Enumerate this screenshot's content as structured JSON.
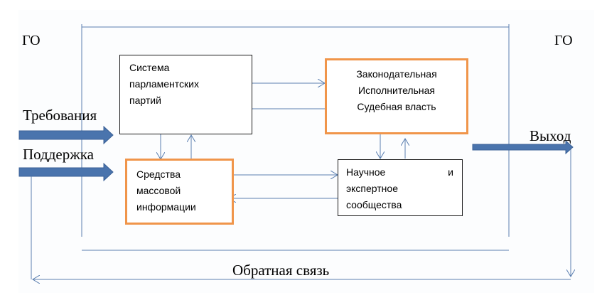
{
  "diagram": {
    "labels": {
      "go_left": "ГО",
      "go_right": "ГО",
      "demands": "Требования",
      "support": "Поддержка",
      "output": "Выход",
      "feedback": "Обратная связь"
    },
    "boxes": {
      "parties": {
        "lines": [
          "Система",
          "парламентских",
          "партий"
        ],
        "border": "black"
      },
      "branches": {
        "lines": [
          "Законодательная",
          "Исполнительная",
          "Судебная власть"
        ],
        "border": "orange"
      },
      "media": {
        "lines": [
          "Средства",
          "массовой",
          "информации"
        ],
        "border": "orange"
      },
      "experts": {
        "lines": [
          "Научное",
          "и",
          "экспертное",
          "сообщества"
        ],
        "border": "black"
      }
    },
    "colors": {
      "thick_arrow": "#4a74ad",
      "thin_line": "#5b7fb0",
      "orange_border": "#f0954a",
      "black_border": "#1a1a1a"
    }
  }
}
